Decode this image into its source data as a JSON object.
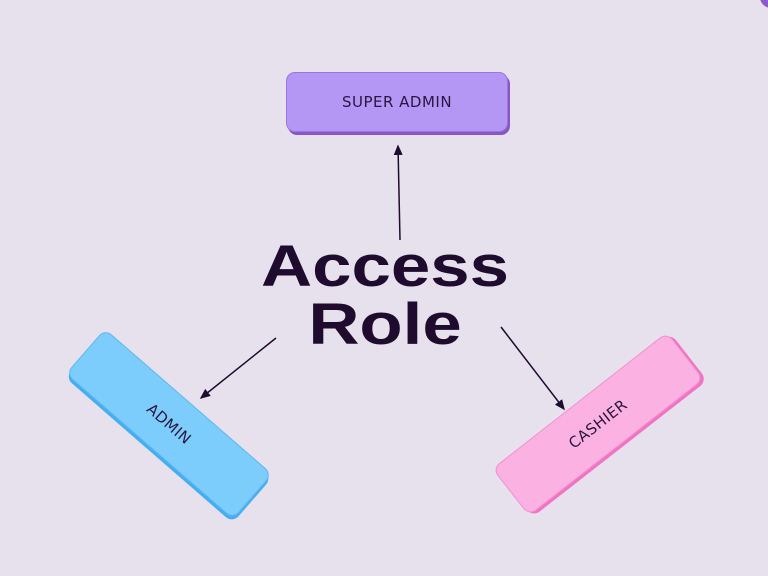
{
  "title": {
    "line1": "Access",
    "line2": "Role"
  },
  "roles": {
    "super_admin": "SUPER ADMIN",
    "admin": "ADMIN",
    "cashier": "CASHIER"
  },
  "colors": {
    "background": "#e6e1ec",
    "super_admin": "#b497f5",
    "admin": "#7dcdfc",
    "cashier": "#fbb2e2",
    "text": "#1e0b2e"
  }
}
